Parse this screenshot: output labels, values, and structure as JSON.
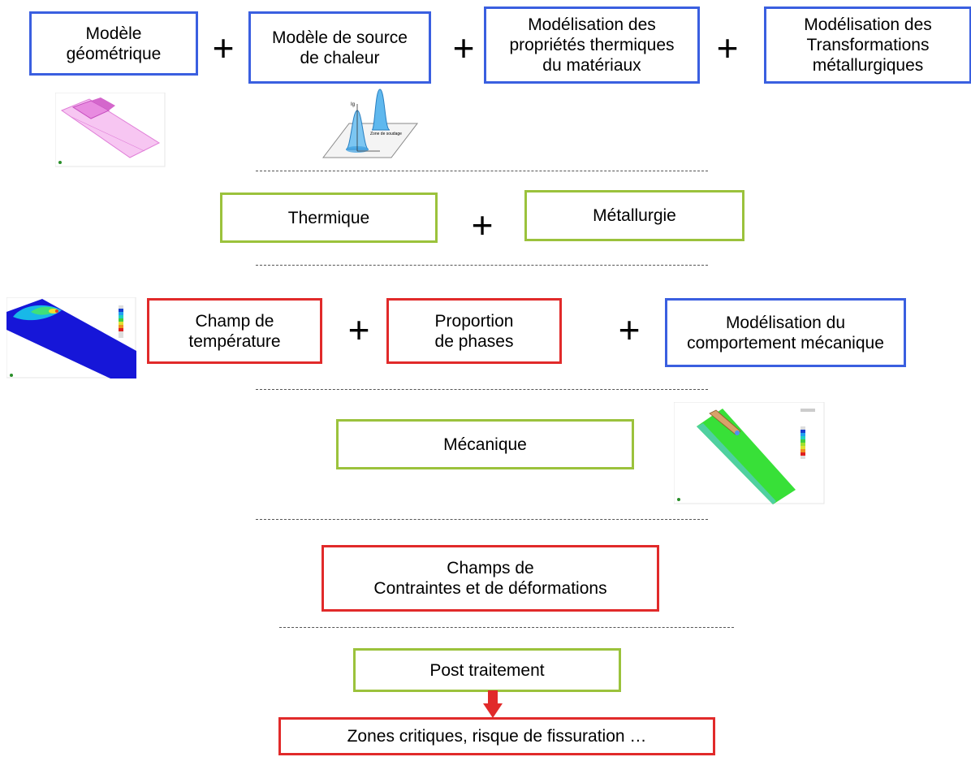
{
  "row1": {
    "box1": "Modèle\ngéométrique",
    "box2": "Modèle de source\nde chaleur",
    "box3": "Modélisation des\npropriétés thermiques\ndu matériaux",
    "box4": "Modélisation des\nTransformations\nmétallurgiques",
    "plus": "+"
  },
  "heat_source_figure": {
    "label_top": "Ig",
    "label_zone": "Zone de soudage"
  },
  "row2": {
    "thermique": "Thermique",
    "metallurgie": "Métallurgie",
    "plus": "+"
  },
  "row3": {
    "champ_temperature": "Champ de\ntempérature",
    "proportion_phases": "Proportion\nde phases",
    "comportement_mecanique": "Modélisation du\ncomportement mécanique",
    "plus": "+"
  },
  "row4": {
    "mecanique": "Mécanique"
  },
  "row5": {
    "champs_contraintes": "Champs de\nContraintes et de déformations"
  },
  "row6": {
    "post_traitement": "Post traitement"
  },
  "row7": {
    "zones_critiques": "Zones critiques, risque de fissuration …"
  },
  "colors": {
    "blue_border": "#3a5fe0",
    "green_border": "#9bc23c",
    "red_border": "#e12a2a",
    "arrow": "#e12a2a"
  }
}
